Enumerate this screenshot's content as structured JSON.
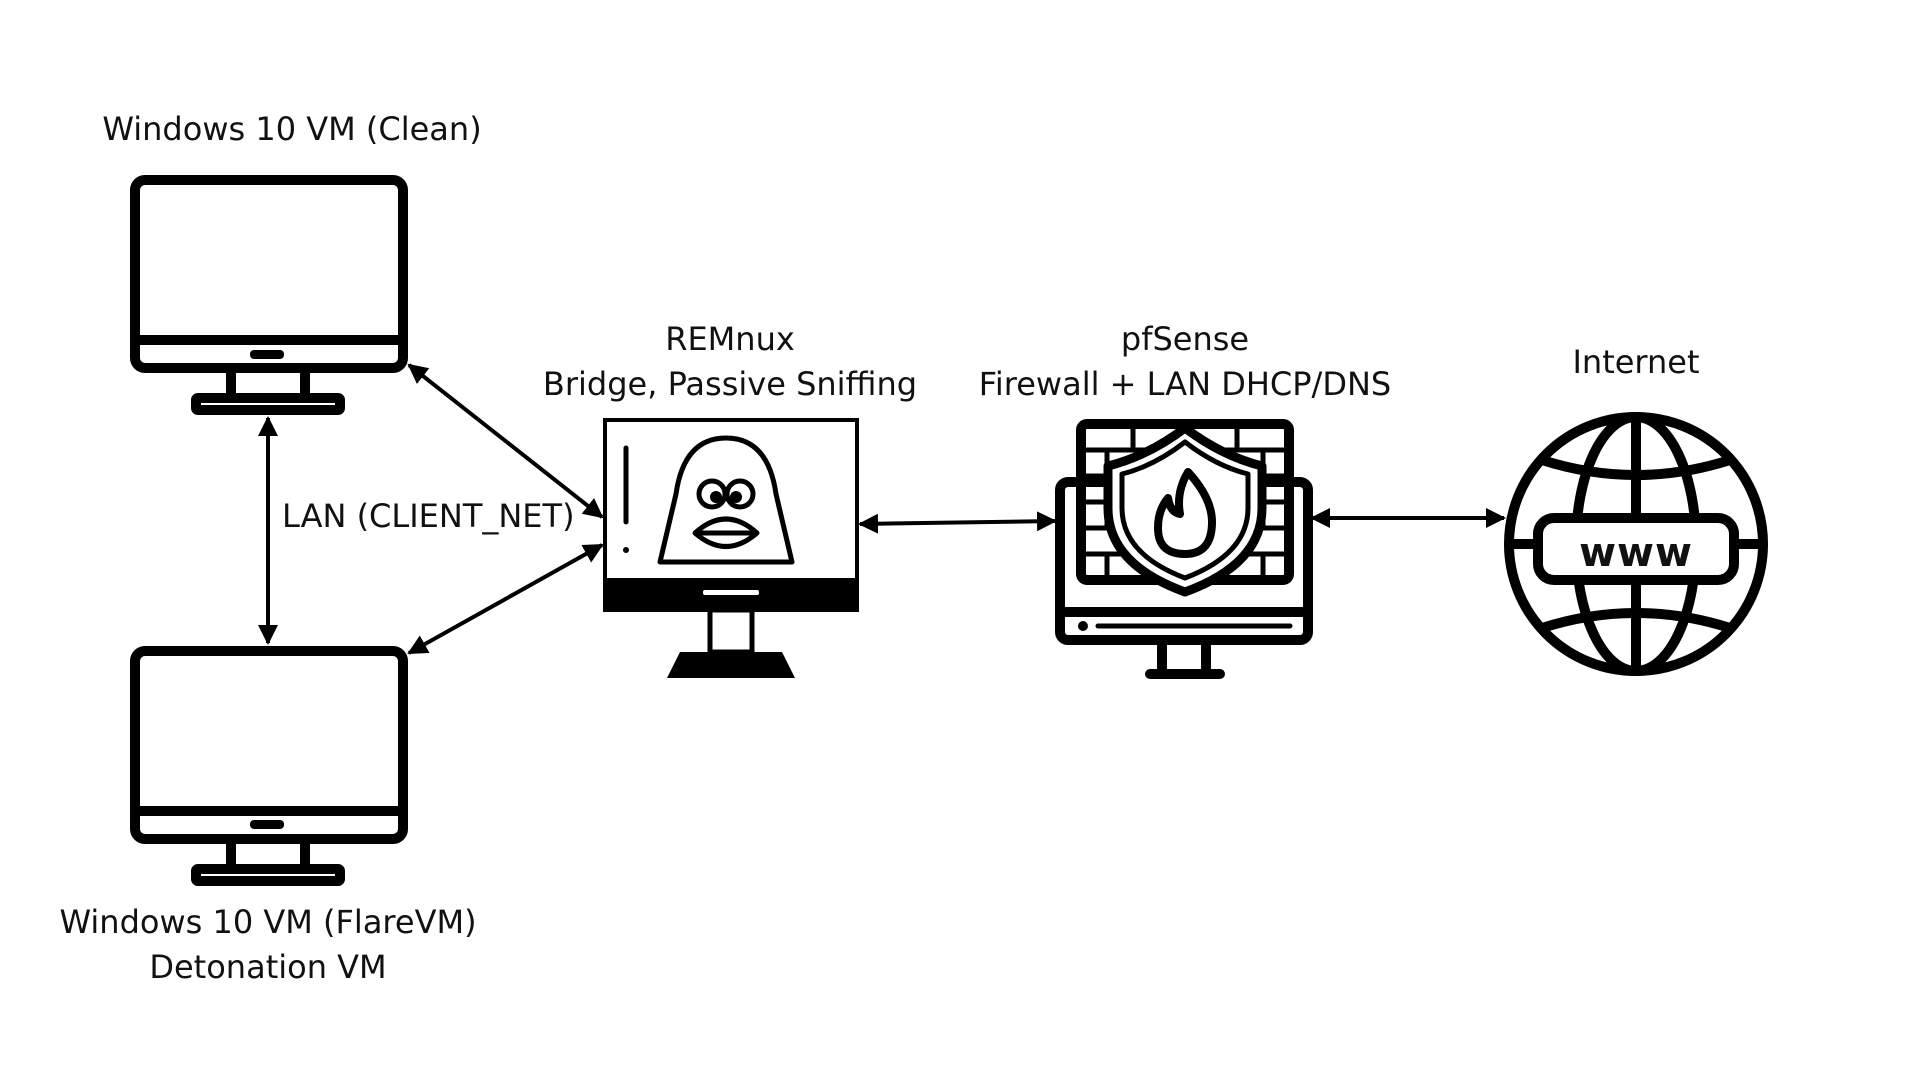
{
  "nodes": {
    "clean_vm": {
      "label": "Windows 10 VM (Clean)"
    },
    "flare_vm": {
      "label_line1": "Windows 10 VM (FlareVM)",
      "label_line2": "Detonation VM"
    },
    "remnux": {
      "label_line1": "REMnux",
      "label_line2": "Bridge, Passive Sniffing"
    },
    "pfsense": {
      "label_line1": "pfSense",
      "label_line2": "Firewall + LAN DHCP/DNS"
    },
    "internet": {
      "label": "Internet",
      "globe_text": "www"
    }
  },
  "edges": {
    "lan_label": "LAN (CLIENT_NET)"
  },
  "icons": {
    "clean_vm": "monitor-icon",
    "flare_vm": "monitor-icon",
    "remnux": "linux-penguin-monitor-icon",
    "pfsense": "firewall-shield-monitor-icon",
    "internet": "globe-www-icon"
  },
  "colors": {
    "line": "#000000",
    "background": "#ffffff"
  }
}
